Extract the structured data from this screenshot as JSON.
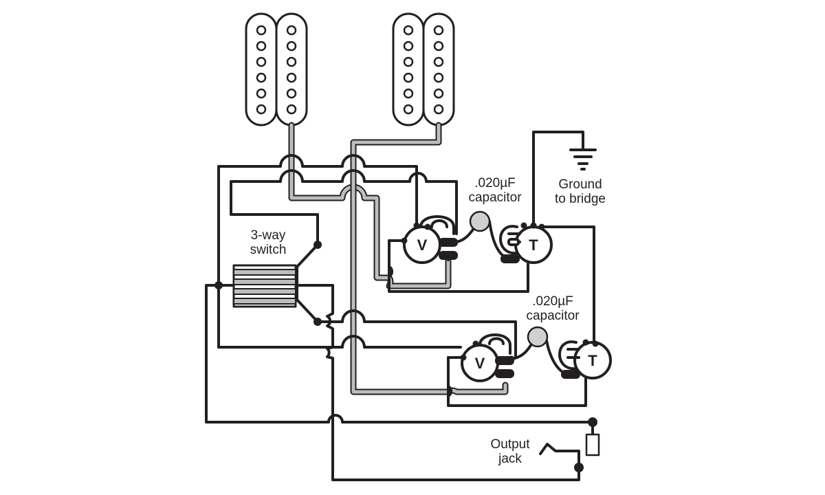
{
  "labels": {
    "switch_line1": "3-way",
    "switch_line2": "switch",
    "cap1_value": ".020µF",
    "cap1_name": "capacitor",
    "cap2_value": ".020µF",
    "cap2_name": "capacitor",
    "ground_line1": "Ground",
    "ground_line2": "to bridge",
    "jack_line1": "Output",
    "jack_line2": "jack"
  },
  "pots": {
    "volume_letter": "V",
    "tone_letter": "T"
  },
  "colors": {
    "wire": "#231f20",
    "shield_wire": "#bcbec0",
    "capacitor": "#cfd0d2",
    "switch_blades": "#bcbec0"
  },
  "icons": [
    "humbucker-pickup-icon",
    "ground-symbol-icon",
    "potentiometer-icon",
    "capacitor-icon",
    "output-jack-icon",
    "three-way-switch-icon"
  ]
}
